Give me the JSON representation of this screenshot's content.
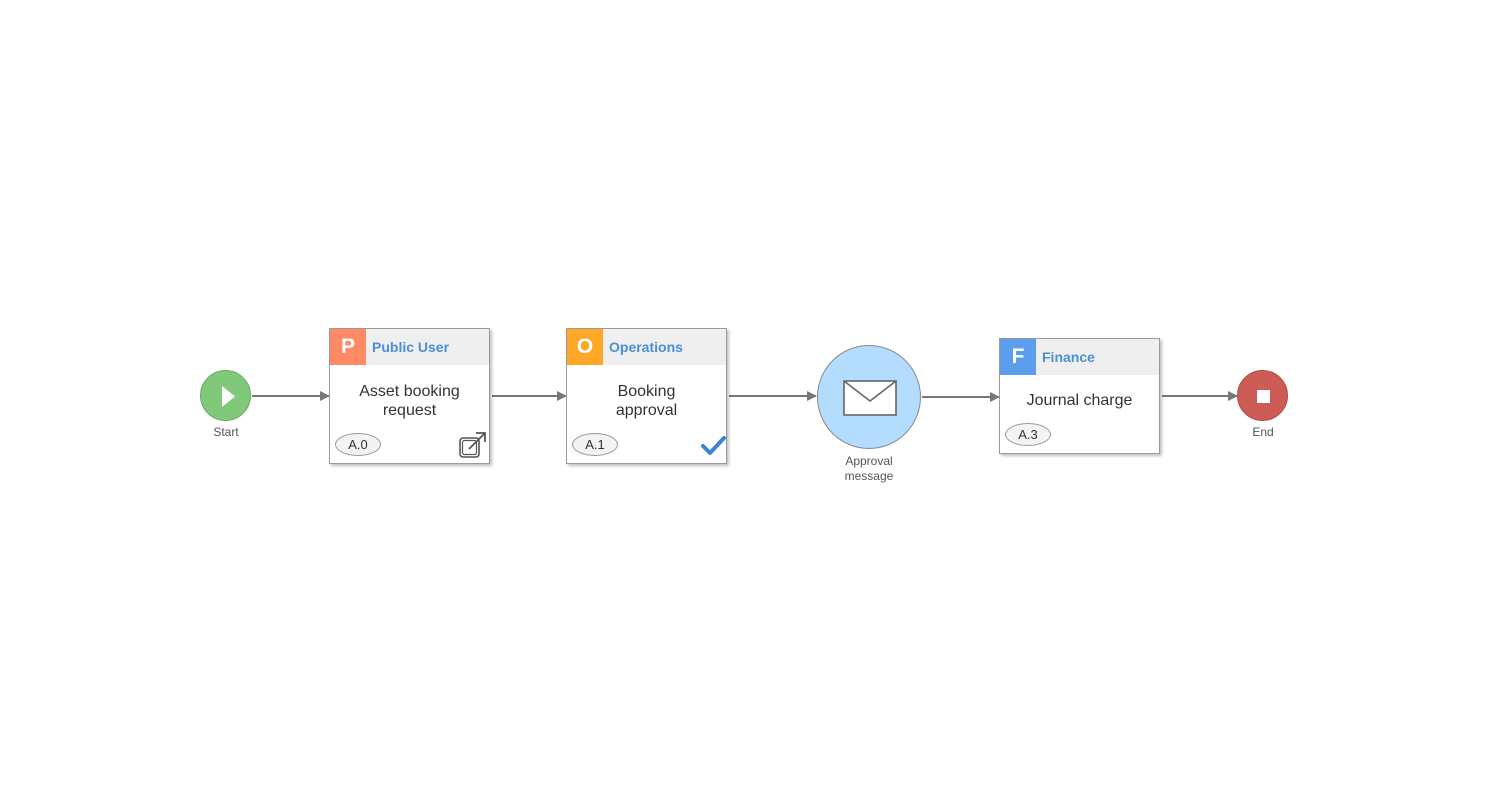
{
  "diagram": {
    "start": {
      "label": "Start"
    },
    "end": {
      "label": "End"
    },
    "tasks": [
      {
        "role_initial": "P",
        "role_name": "Public User",
        "title_line1": "Asset booking",
        "title_line2": "request",
        "id": "A.0",
        "role_color": "#ff8a65",
        "status_icon": "external-link-icon"
      },
      {
        "role_initial": "O",
        "role_name": "Operations",
        "title_line1": "Booking",
        "title_line2": "approval",
        "id": "A.1",
        "role_color": "#ffa726",
        "status_icon": "check-icon"
      },
      {
        "role_initial": "F",
        "role_name": "Finance",
        "title_line1": "Journal charge",
        "id": "A.3",
        "role_color": "#5c9ded"
      }
    ],
    "message": {
      "label_line1": "Approval",
      "label_line2": "message",
      "icon": "envelope-icon"
    }
  },
  "colors": {
    "start": "#80c97a",
    "end": "#cd5c57",
    "message_fill": "#b3dcff",
    "role_text": "#4a90d9",
    "connector": "#777777"
  }
}
